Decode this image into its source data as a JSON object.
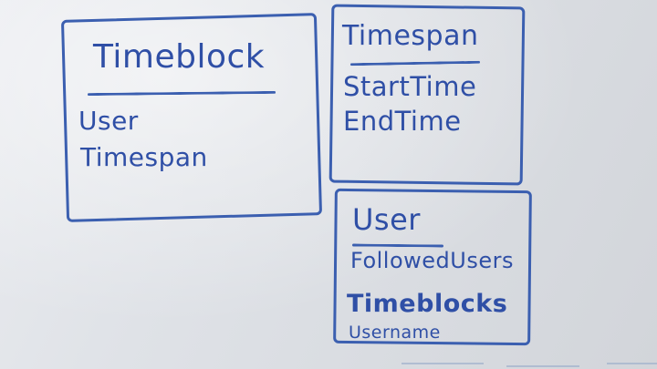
{
  "diagram": {
    "timeblock_box": {
      "title": "Timeblock",
      "fields": [
        "User",
        "Timespan"
      ]
    },
    "timespan_box": {
      "title": "Timespan",
      "fields": [
        "StartTime",
        "EndTime"
      ]
    },
    "user_box": {
      "title": "User",
      "fields": [
        "FollowedUsers",
        "Timeblocks",
        "Username"
      ]
    },
    "colors": {
      "marker": "#2f4fa6",
      "board": "#dfe2e7"
    }
  }
}
